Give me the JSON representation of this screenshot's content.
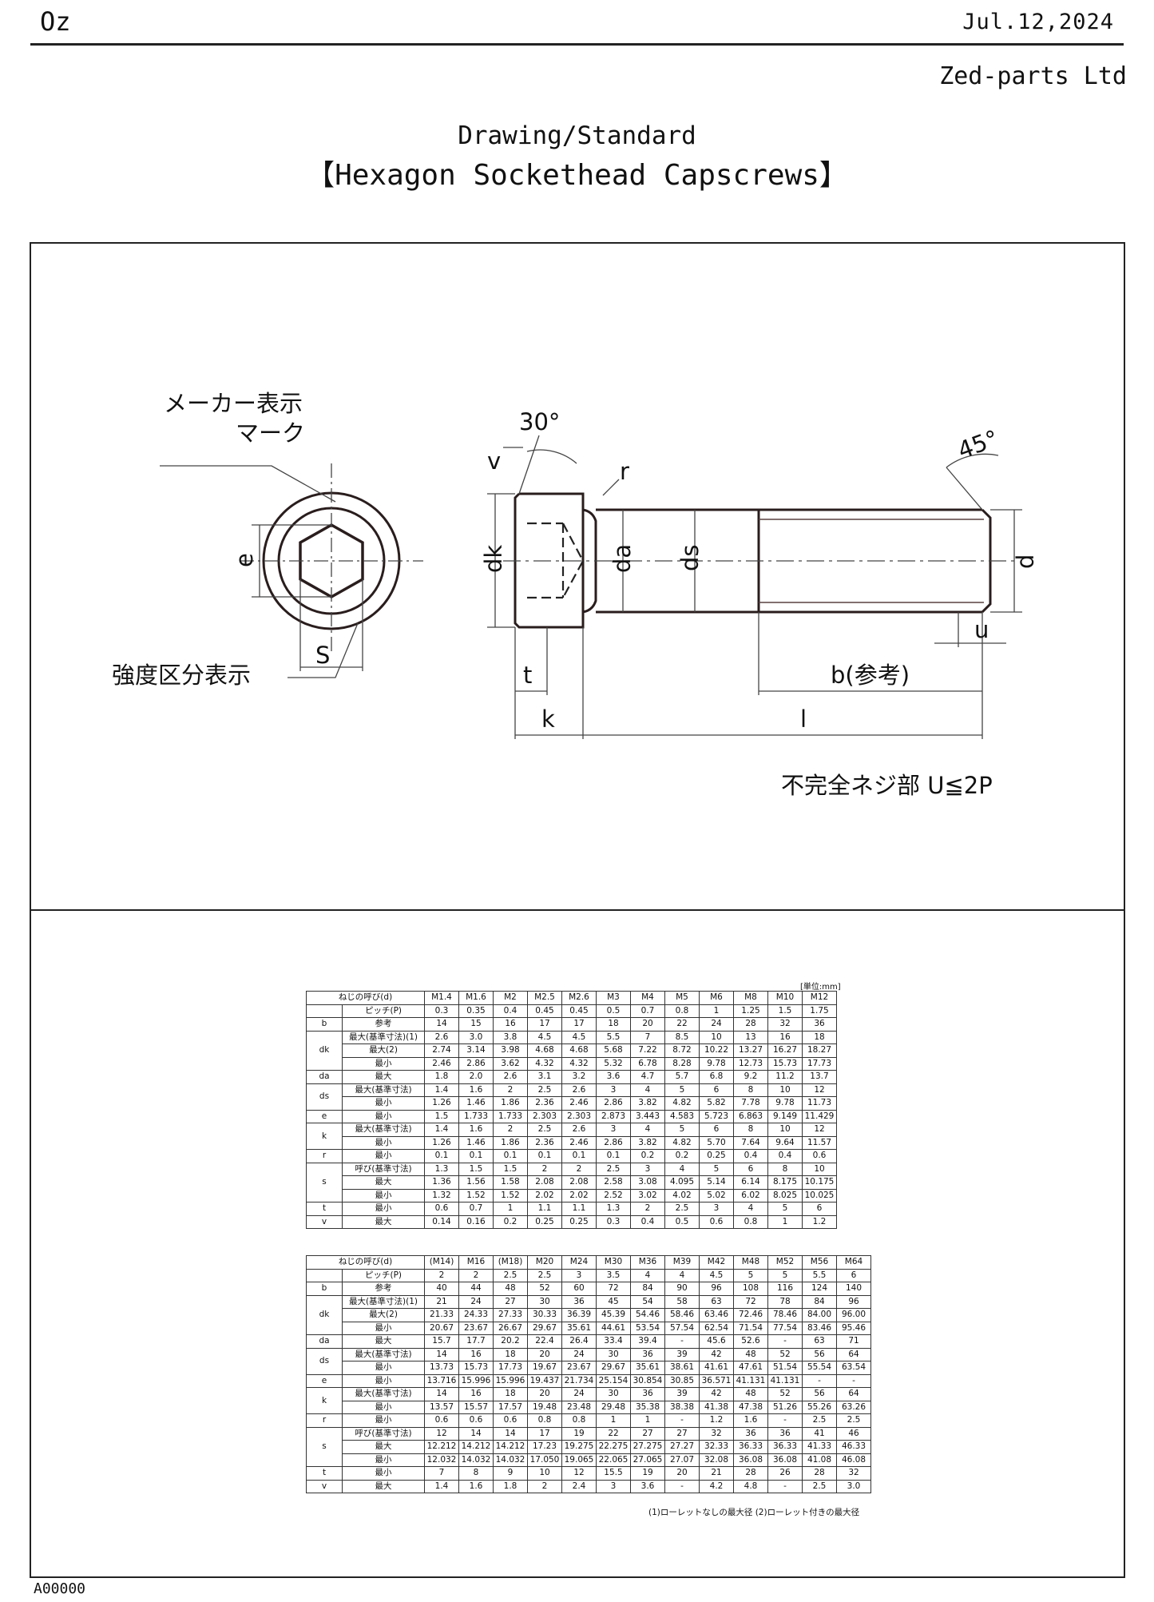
{
  "header": {
    "left": "Oz",
    "date": "Jul.12,2024",
    "company": "Zed-parts Ltd"
  },
  "title": {
    "line1": "Drawing/Standard",
    "line2": "【Hexagon Sockethead Capscrews】"
  },
  "drawing_labels": {
    "maker_mark_1": "メーカー表示",
    "maker_mark_2": "マーク",
    "strength": "強度区分表示",
    "e": "e",
    "s": "S",
    "dk": "dk",
    "v": "v",
    "angle30": "30°",
    "r": "r",
    "da": "da",
    "ds": "ds",
    "angle45": "45°",
    "d": "d",
    "u": "u",
    "b": "b(参考)",
    "t": "t",
    "k": "k",
    "l": "l",
    "note": "不完全ネジ部  U≦2P"
  },
  "unit": "[単位:mm]",
  "table1": {
    "header": [
      "ねじの呼び(d)",
      "M1.4",
      "M1.6",
      "M2",
      "M2.5",
      "M2.6",
      "M3",
      "M4",
      "M5",
      "M6",
      "M8",
      "M10",
      "M12"
    ],
    "rows": [
      [
        "",
        "ピッチ(P)",
        "0.3",
        "0.35",
        "0.4",
        "0.45",
        "0.45",
        "0.5",
        "0.7",
        "0.8",
        "1",
        "1.25",
        "1.5",
        "1.75"
      ],
      [
        "b",
        "参考",
        "14",
        "15",
        "16",
        "17",
        "17",
        "18",
        "20",
        "22",
        "24",
        "28",
        "32",
        "36"
      ],
      [
        "dk",
        "最大(基準寸法)(1)",
        "2.6",
        "3.0",
        "3.8",
        "4.5",
        "4.5",
        "5.5",
        "7",
        "8.5",
        "10",
        "13",
        "16",
        "18"
      ],
      [
        "",
        "最大(2)",
        "2.74",
        "3.14",
        "3.98",
        "4.68",
        "4.68",
        "5.68",
        "7.22",
        "8.72",
        "10.22",
        "13.27",
        "16.27",
        "18.27"
      ],
      [
        "",
        "最小",
        "2.46",
        "2.86",
        "3.62",
        "4.32",
        "4.32",
        "5.32",
        "6.78",
        "8.28",
        "9.78",
        "12.73",
        "15.73",
        "17.73"
      ],
      [
        "da",
        "最大",
        "1.8",
        "2.0",
        "2.6",
        "3.1",
        "3.2",
        "3.6",
        "4.7",
        "5.7",
        "6.8",
        "9.2",
        "11.2",
        "13.7"
      ],
      [
        "ds",
        "最大(基準寸法)",
        "1.4",
        "1.6",
        "2",
        "2.5",
        "2.6",
        "3",
        "4",
        "5",
        "6",
        "8",
        "10",
        "12"
      ],
      [
        "",
        "最小",
        "1.26",
        "1.46",
        "1.86",
        "2.36",
        "2.46",
        "2.86",
        "3.82",
        "4.82",
        "5.82",
        "7.78",
        "9.78",
        "11.73"
      ],
      [
        "e",
        "最小",
        "1.5",
        "1.733",
        "1.733",
        "2.303",
        "2.303",
        "2.873",
        "3.443",
        "4.583",
        "5.723",
        "6.863",
        "9.149",
        "11.429"
      ],
      [
        "k",
        "最大(基準寸法)",
        "1.4",
        "1.6",
        "2",
        "2.5",
        "2.6",
        "3",
        "4",
        "5",
        "6",
        "8",
        "10",
        "12"
      ],
      [
        "",
        "最小",
        "1.26",
        "1.46",
        "1.86",
        "2.36",
        "2.46",
        "2.86",
        "3.82",
        "4.82",
        "5.70",
        "7.64",
        "9.64",
        "11.57"
      ],
      [
        "r",
        "最小",
        "0.1",
        "0.1",
        "0.1",
        "0.1",
        "0.1",
        "0.1",
        "0.2",
        "0.2",
        "0.25",
        "0.4",
        "0.4",
        "0.6"
      ],
      [
        "s",
        "呼び(基準寸法)",
        "1.3",
        "1.5",
        "1.5",
        "2",
        "2",
        "2.5",
        "3",
        "4",
        "5",
        "6",
        "8",
        "10"
      ],
      [
        "",
        "最大",
        "1.36",
        "1.56",
        "1.58",
        "2.08",
        "2.08",
        "2.58",
        "3.08",
        "4.095",
        "5.14",
        "6.14",
        "8.175",
        "10.175"
      ],
      [
        "",
        "最小",
        "1.32",
        "1.52",
        "1.52",
        "2.02",
        "2.02",
        "2.52",
        "3.02",
        "4.02",
        "5.02",
        "6.02",
        "8.025",
        "10.025"
      ],
      [
        "t",
        "最小",
        "0.6",
        "0.7",
        "1",
        "1.1",
        "1.1",
        "1.3",
        "2",
        "2.5",
        "3",
        "4",
        "5",
        "6"
      ],
      [
        "v",
        "最大",
        "0.14",
        "0.16",
        "0.2",
        "0.25",
        "0.25",
        "0.3",
        "0.4",
        "0.5",
        "0.6",
        "0.8",
        "1",
        "1.2"
      ]
    ]
  },
  "table2": {
    "header": [
      "ねじの呼び(d)",
      "(M14)",
      "M16",
      "(M18)",
      "M20",
      "M24",
      "M30",
      "M36",
      "M39",
      "M42",
      "M48",
      "M52",
      "M56",
      "M64"
    ],
    "rows": [
      [
        "",
        "ピッチ(P)",
        "2",
        "2",
        "2.5",
        "2.5",
        "3",
        "3.5",
        "4",
        "4",
        "4.5",
        "5",
        "5",
        "5.5",
        "6"
      ],
      [
        "b",
        "参考",
        "40",
        "44",
        "48",
        "52",
        "60",
        "72",
        "84",
        "90",
        "96",
        "108",
        "116",
        "124",
        "140"
      ],
      [
        "dk",
        "最大(基準寸法)(1)",
        "21",
        "24",
        "27",
        "30",
        "36",
        "45",
        "54",
        "58",
        "63",
        "72",
        "78",
        "84",
        "96"
      ],
      [
        "",
        "最大(2)",
        "21.33",
        "24.33",
        "27.33",
        "30.33",
        "36.39",
        "45.39",
        "54.46",
        "58.46",
        "63.46",
        "72.46",
        "78.46",
        "84.00",
        "96.00"
      ],
      [
        "",
        "最小",
        "20.67",
        "23.67",
        "26.67",
        "29.67",
        "35.61",
        "44.61",
        "53.54",
        "57.54",
        "62.54",
        "71.54",
        "77.54",
        "83.46",
        "95.46"
      ],
      [
        "da",
        "最大",
        "15.7",
        "17.7",
        "20.2",
        "22.4",
        "26.4",
        "33.4",
        "39.4",
        "-",
        "45.6",
        "52.6",
        "-",
        "63",
        "71"
      ],
      [
        "ds",
        "最大(基準寸法)",
        "14",
        "16",
        "18",
        "20",
        "24",
        "30",
        "36",
        "39",
        "42",
        "48",
        "52",
        "56",
        "64"
      ],
      [
        "",
        "最小",
        "13.73",
        "15.73",
        "17.73",
        "19.67",
        "23.67",
        "29.67",
        "35.61",
        "38.61",
        "41.61",
        "47.61",
        "51.54",
        "55.54",
        "63.54"
      ],
      [
        "e",
        "最小",
        "13.716",
        "15.996",
        "15.996",
        "19.437",
        "21.734",
        "25.154",
        "30.854",
        "30.85",
        "36.571",
        "41.131",
        "41.131",
        "-",
        "-"
      ],
      [
        "k",
        "最大(基準寸法)",
        "14",
        "16",
        "18",
        "20",
        "24",
        "30",
        "36",
        "39",
        "42",
        "48",
        "52",
        "56",
        "64"
      ],
      [
        "",
        "最小",
        "13.57",
        "15.57",
        "17.57",
        "19.48",
        "23.48",
        "29.48",
        "35.38",
        "38.38",
        "41.38",
        "47.38",
        "51.26",
        "55.26",
        "63.26"
      ],
      [
        "r",
        "最小",
        "0.6",
        "0.6",
        "0.6",
        "0.8",
        "0.8",
        "1",
        "1",
        "-",
        "1.2",
        "1.6",
        "-",
        "2.5",
        "2.5"
      ],
      [
        "s",
        "呼び(基準寸法)",
        "12",
        "14",
        "14",
        "17",
        "19",
        "22",
        "27",
        "27",
        "32",
        "36",
        "36",
        "41",
        "46"
      ],
      [
        "",
        "最大",
        "12.212",
        "14.212",
        "14.212",
        "17.23",
        "19.275",
        "22.275",
        "27.275",
        "27.27",
        "32.33",
        "36.33",
        "36.33",
        "41.33",
        "46.33"
      ],
      [
        "",
        "最小",
        "12.032",
        "14.032",
        "14.032",
        "17.050",
        "19.065",
        "22.065",
        "27.065",
        "27.07",
        "32.08",
        "36.08",
        "36.08",
        "41.08",
        "46.08"
      ],
      [
        "t",
        "最小",
        "7",
        "8",
        "9",
        "10",
        "12",
        "15.5",
        "19",
        "20",
        "21",
        "28",
        "26",
        "28",
        "32"
      ],
      [
        "v",
        "最大",
        "1.4",
        "1.6",
        "1.8",
        "2",
        "2.4",
        "3",
        "3.6",
        "-",
        "4.2",
        "4.8",
        "-",
        "2.5",
        "3.0"
      ]
    ]
  },
  "footnote": "(1)ローレットなしの最大径   (2)ローレット付きの最大径",
  "footer_id": "A00000"
}
